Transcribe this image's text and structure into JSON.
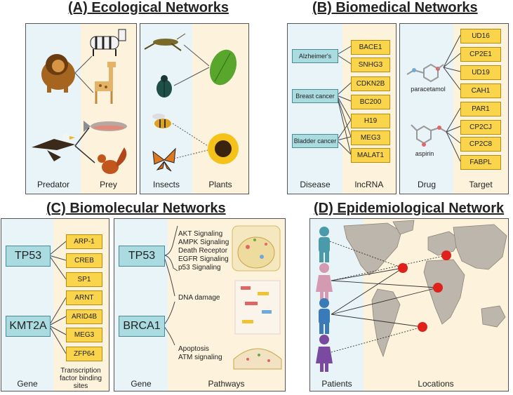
{
  "titles": {
    "a": "(A) Ecological Networks",
    "b": "(B) Biomedical Networks",
    "c": "(C) Biomolecular Networks",
    "d": "(D) Epidemiological Network"
  },
  "eco1": {
    "left_label": "Predator",
    "right_label": "Prey"
  },
  "eco2": {
    "left_label": "Insects",
    "right_label": "Plants"
  },
  "bio1": {
    "left_label": "Disease",
    "right_label": "lncRNA",
    "diseases": [
      "Alzheimer's",
      "Breast cancer",
      "Bladder cancer"
    ],
    "rnas": [
      "BACE1",
      "SNHG3",
      "CDKN2B",
      "BC200",
      "H19",
      "MEG3",
      "MALAT1"
    ]
  },
  "bio2": {
    "left_label": "Drug",
    "right_label": "Target",
    "drugs": [
      "paracetamol",
      "aspirin"
    ],
    "targets": [
      "UD16",
      "CP2E1",
      "UD19",
      "CAH1",
      "PAR1",
      "CP2CJ",
      "CP2C8",
      "FABPL"
    ]
  },
  "mol1": {
    "left_label": "Gene",
    "right_label": "Transcription factor binding sites",
    "genes": [
      "TP53",
      "KMT2A"
    ],
    "sites": [
      "ARP-1",
      "CREB",
      "SP1",
      "ARNT",
      "ARID4B",
      "MEG3",
      "ZFP64"
    ]
  },
  "mol2": {
    "left_label": "Gene",
    "right_label": "Pathways",
    "genes": [
      "TP53",
      "BRCA1"
    ],
    "pathways_top": [
      "AKT Signaling",
      "AMPK Signaling",
      "Death Receptor",
      "EGFR Signaling",
      "p53 Signaling"
    ],
    "pathway_mid": "DNA damage",
    "pathways_bottom": [
      "Apoptosis",
      "ATM signaling"
    ]
  },
  "epi": {
    "left_label": "Patients",
    "right_label": "Locations"
  },
  "colors": {
    "tile_blue": "#a9dbe0",
    "tile_yellow": "#fad44a",
    "col_blue": "#e9f4f8",
    "col_cream": "#fdf3dc",
    "pin": "#e0201a"
  }
}
